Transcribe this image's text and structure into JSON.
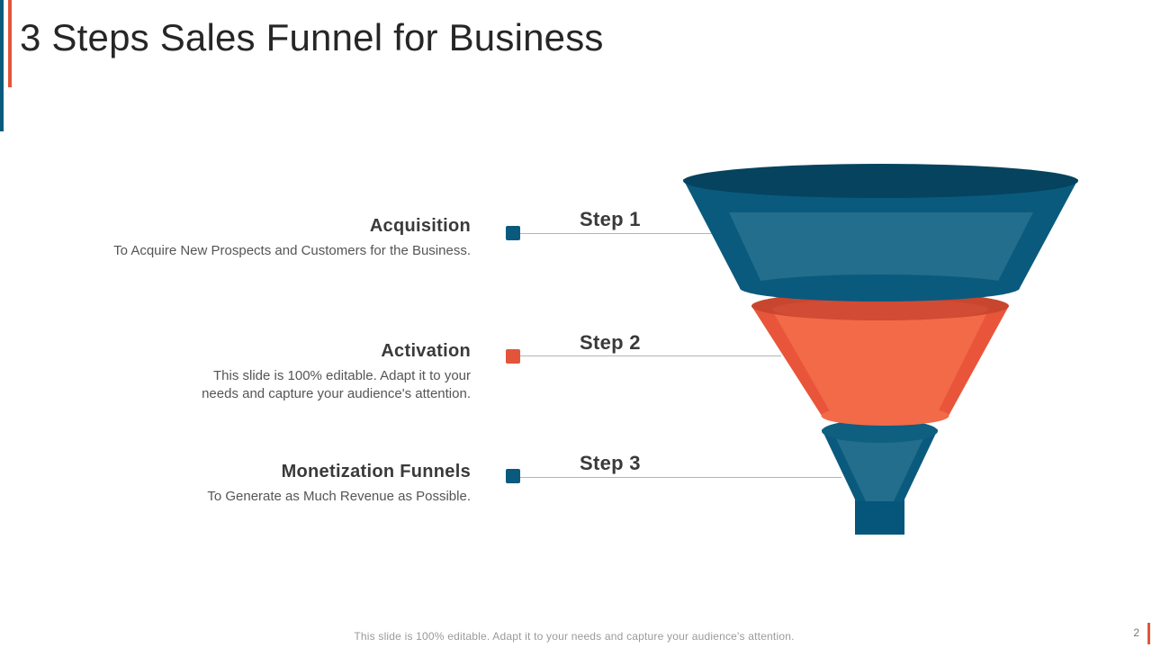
{
  "slide": {
    "title": "3 Steps Sales Funnel for Business",
    "footer": "This slide is 100% editable. Adapt it to your needs and capture your audience's attention.",
    "page_number": "2"
  },
  "colors": {
    "blue": "#0a5a7d",
    "blue_dark": "#05435e",
    "blue_light": "#236e8c",
    "orange": "#e2553a",
    "orange_light": "#f26a47",
    "connector": "#b5b5b5"
  },
  "steps": [
    {
      "label": "Step 1",
      "heading": "Acquisition",
      "description": "To Acquire New Prospects and Customers for the Business.",
      "color": "#0a5a7d"
    },
    {
      "label": "Step 2",
      "heading": "Activation",
      "description": "This slide is 100% editable. Adapt it to your needs and capture your audience's attention.",
      "color": "#e2553a"
    },
    {
      "label": "Step 3",
      "heading": "Monetization Funnels",
      "description": "To Generate as Much Revenue as Possible.",
      "color": "#0a5a7d"
    }
  ]
}
